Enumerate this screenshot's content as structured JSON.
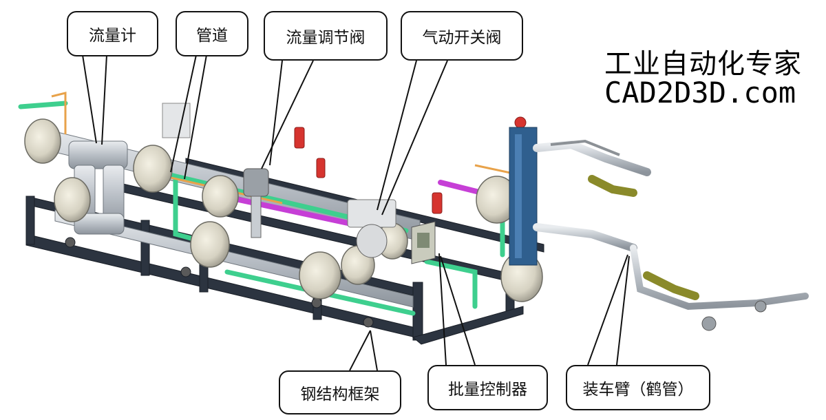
{
  "labels": {
    "flowmeter": "流量计",
    "pipe": "管道",
    "flow_control_valve": "流量调节阀",
    "pneumatic_valve": "气动开关阀",
    "steel_frame": "钢结构框架",
    "batch_controller": "批量控制器",
    "loading_arm": "装车臂（鹤管）"
  },
  "brand": {
    "title": "工业自动化专家",
    "url": "CAD2D3D.com"
  },
  "colors": {
    "frame": "#2c3440",
    "pipe_steel": "#c8cdd2",
    "pipe_green": "#3ecf8e",
    "pipe_magenta": "#c63fd6",
    "pipe_orange": "#e8a24a",
    "valve_red": "#d6342f",
    "panel_blue": "#2f5f8e",
    "hose_olive": "#8a8a2a"
  }
}
